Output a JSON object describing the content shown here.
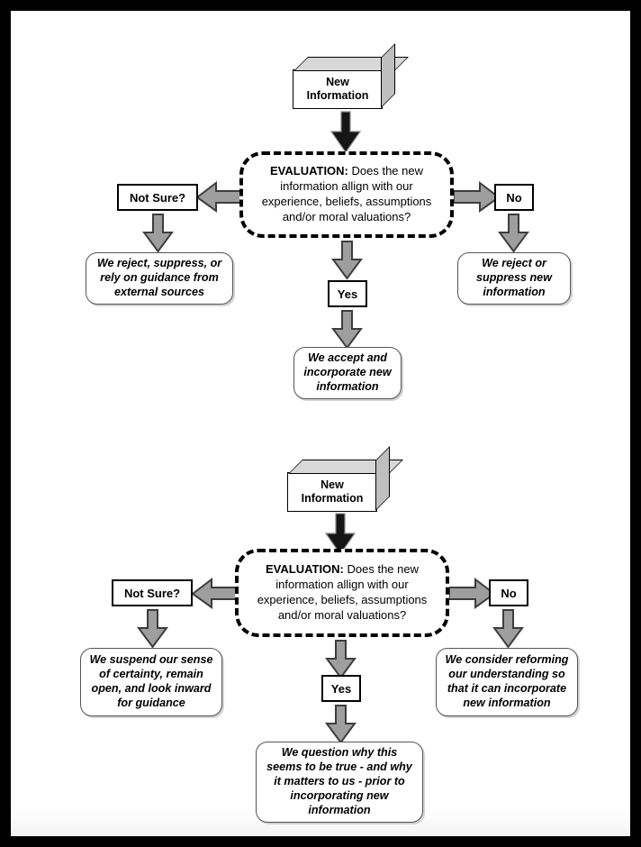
{
  "document": {
    "title": "Two contrasting evaluation flowcharts for processing new information",
    "frame_color": "#000000",
    "background_color": "#ffffff"
  },
  "palette": {
    "arrow_gray_fill": "#9e9e9e",
    "arrow_gray_stroke": "#3d3d3d",
    "arrow_black_fill": "#161616",
    "block_side_gray": "#bfbfbf",
    "block_top_gray": "#d8d8d8",
    "outcome_border": "#555555",
    "outcome_shadow": "#d2d2d2"
  },
  "diagrams": [
    {
      "id": "closed-evaluation",
      "start": {
        "label_line1": "New",
        "label_line2": "Information",
        "style": "3d-block"
      },
      "evaluation": {
        "lead": "EVALUATION:",
        "text": " Does the new information allign with our experience, beliefs, assumptions and/or moral valuations?",
        "style": "dashed-rounded"
      },
      "branches": [
        {
          "direction": "left",
          "label": "Not Sure?",
          "outcome": "We reject, suppress, or rely on guidance from external sources"
        },
        {
          "direction": "down",
          "label": "Yes",
          "outcome": "We accept and incorporate new information"
        },
        {
          "direction": "right",
          "label": "No",
          "outcome": "We reject or suppress new information"
        }
      ]
    },
    {
      "id": "open-evaluation",
      "start": {
        "label_line1": "New",
        "label_line2": "Information",
        "style": "3d-block"
      },
      "evaluation": {
        "lead": "EVALUATION:",
        "text": " Does the new information allign with our experience, beliefs, assumptions and/or moral valuations?",
        "style": "dashed-rounded"
      },
      "branches": [
        {
          "direction": "left",
          "label": "Not Sure?",
          "outcome": "We suspend our sense of certainty, remain open, and look inward for guidance"
        },
        {
          "direction": "down",
          "label": "Yes",
          "outcome": "We question why this seems to be true - and why it matters to us - prior to incorporating new information"
        },
        {
          "direction": "right",
          "label": "No",
          "outcome": "We consider reforming our understanding so that it can incorporate new information"
        }
      ]
    }
  ]
}
